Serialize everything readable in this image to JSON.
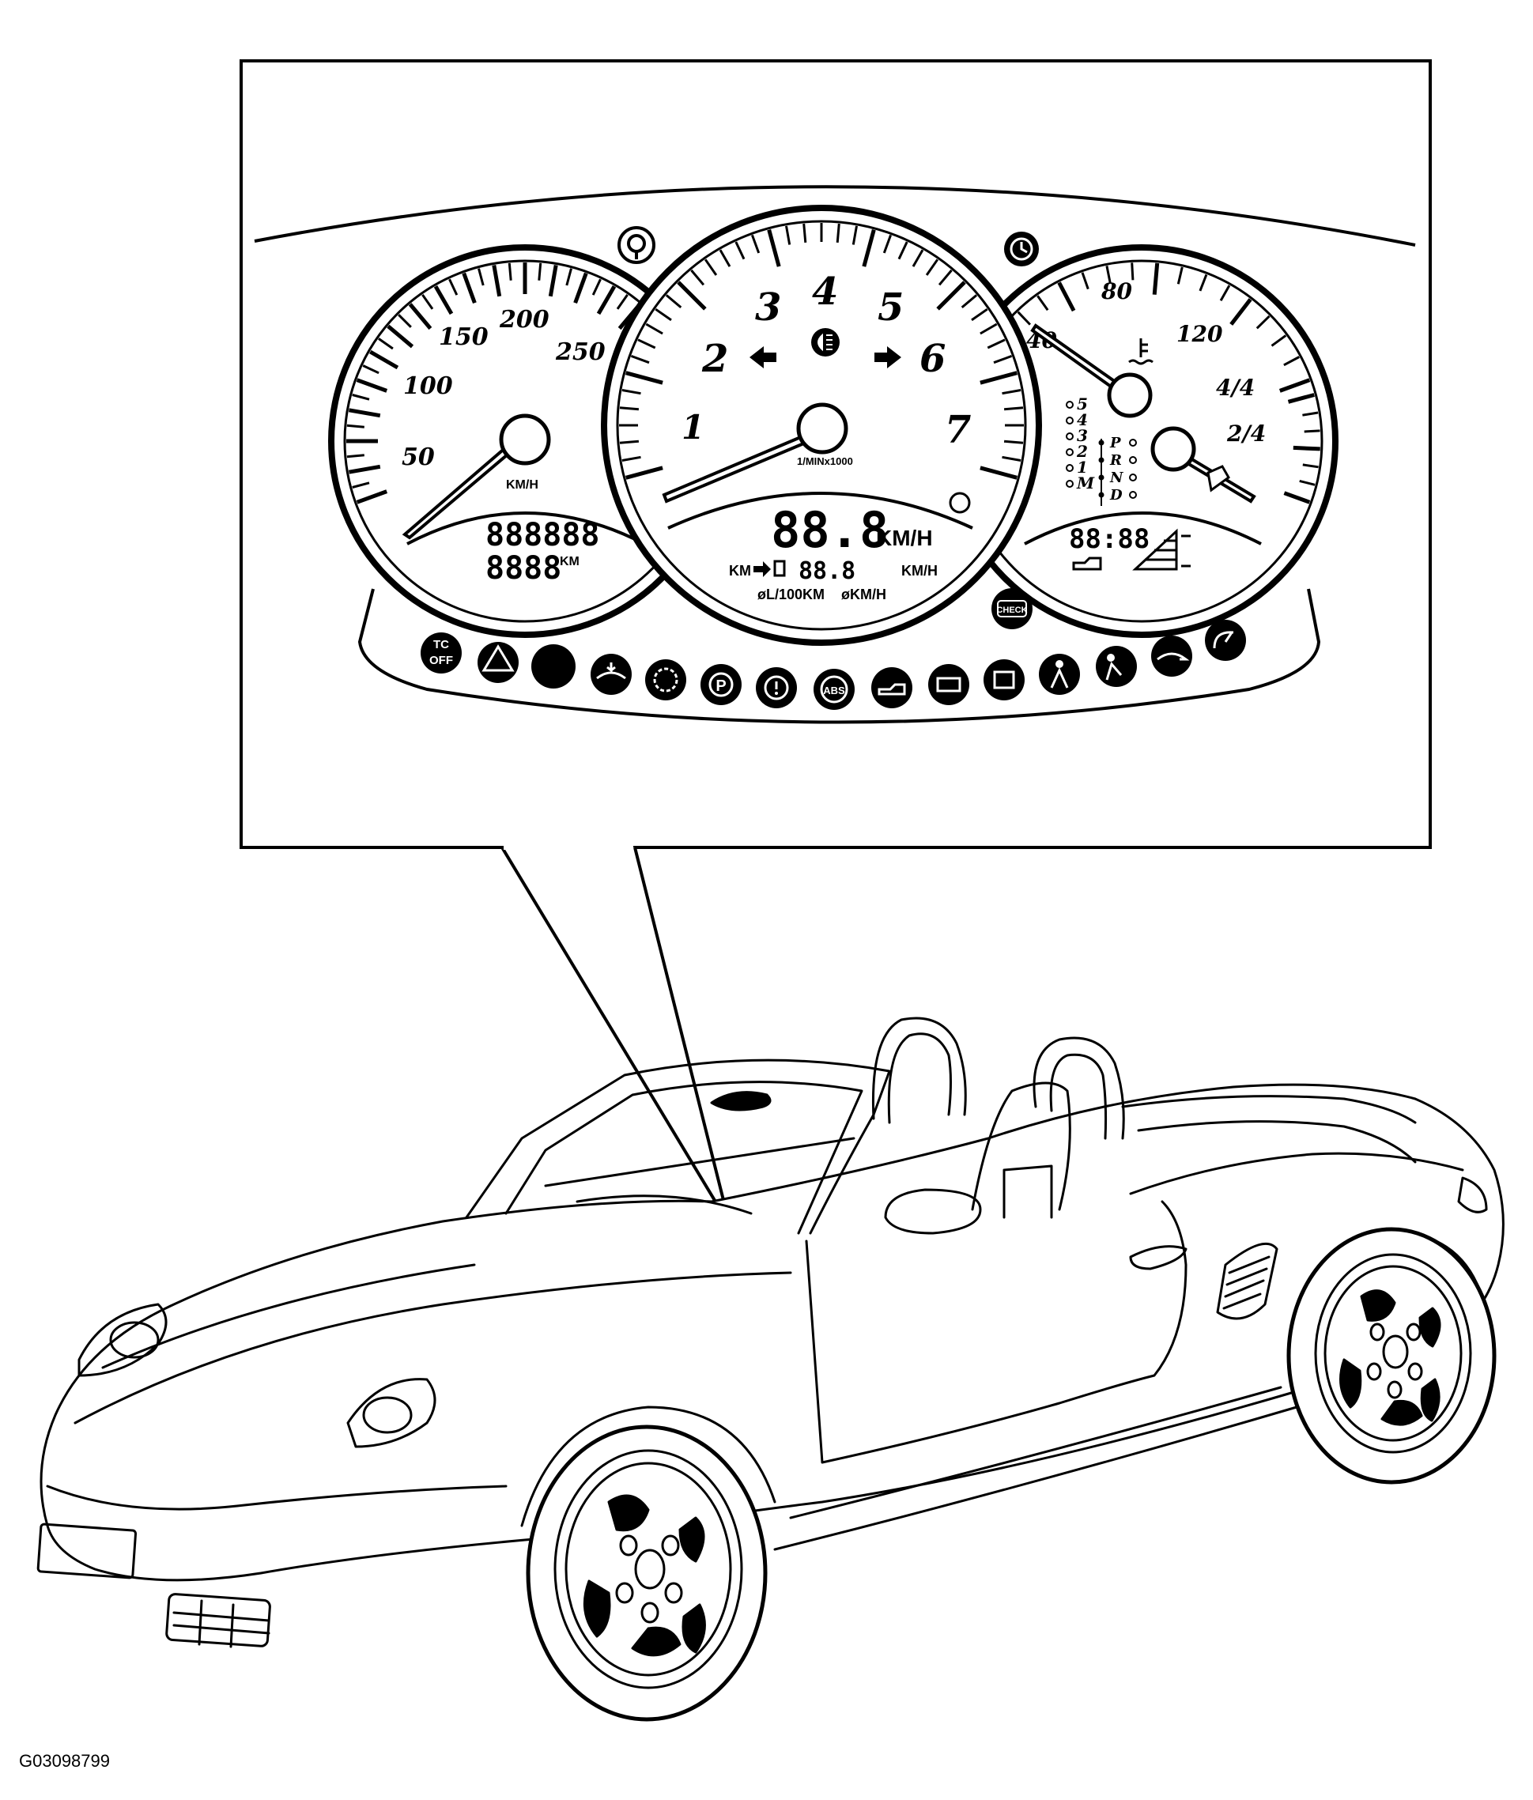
{
  "figure_id": "G03098799",
  "speedometer": {
    "ticks": [
      "50",
      "100",
      "150",
      "200",
      "250"
    ],
    "unit": "KM/H",
    "odometer": "888888",
    "trip": "8888",
    "trip_unit": "KM"
  },
  "tachometer": {
    "ticks": [
      "1",
      "2",
      "3",
      "4",
      "5",
      "6",
      "7"
    ],
    "unit": "1/MINx1000",
    "speed_display": "88.8",
    "speed_unit": "KM/H",
    "trip_line": {
      "km": "KM",
      "value": "88.8",
      "kmh": "KM/H"
    },
    "avg_consumption": "øL/100KM",
    "avg_speed": "øKM/H"
  },
  "combo_gauge": {
    "temp_ticks": [
      "40",
      "80",
      "120"
    ],
    "fuel_ticks": [
      "4/4",
      "2/4"
    ],
    "gears": [
      "5",
      "4",
      "3",
      "2",
      "1",
      "M"
    ],
    "selector": [
      "P",
      "R",
      "N",
      "D"
    ],
    "clock": "88:88"
  },
  "warning_lights": {
    "tc_off": "TC OFF",
    "check": "CHECK",
    "abs": "ABS",
    "park": "P"
  },
  "icons": [
    "tire-pressure-icon",
    "service-clock-icon",
    "check-engine-icon",
    "hazard-icon",
    "oil-pressure-icon",
    "battery-icon",
    "seatbelt-icon",
    "airbag-icon",
    "brake-icon",
    "abs-icon"
  ]
}
